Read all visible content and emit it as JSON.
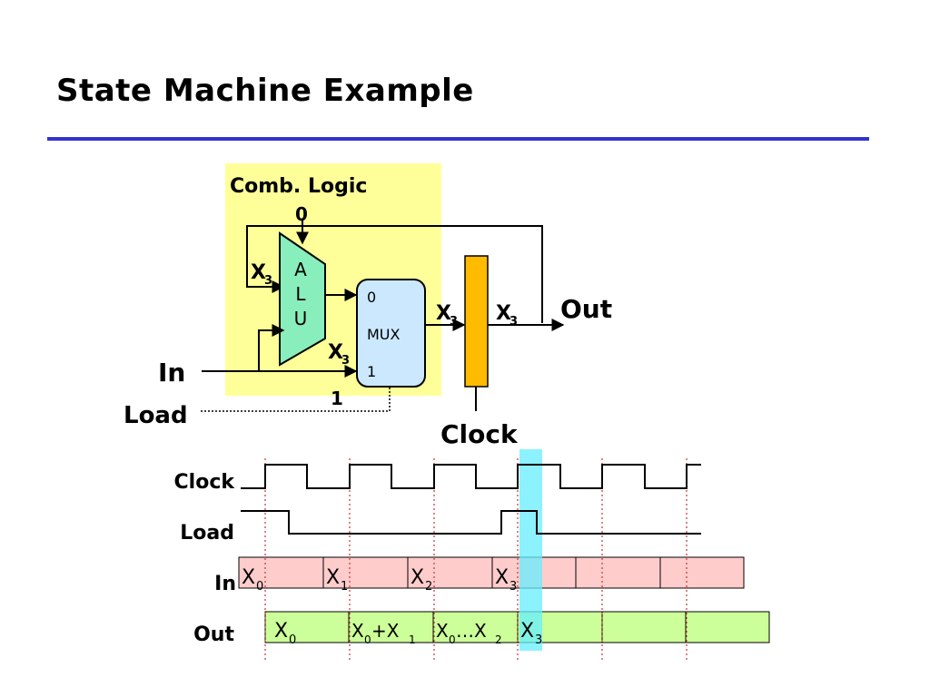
{
  "title": "State Machine Example",
  "colors": {
    "rule": "#3333cc",
    "comb_logic_bg": "#ffff99",
    "alu_fill": "#88eebb",
    "mux_fill": "#cce8ff",
    "register_fill": "#ffbb00",
    "in_bus": "#ffcccc",
    "out_bus": "#ccff99",
    "highlight": "#66eeff",
    "clock_edge_marker": "#cc3333"
  },
  "circuit": {
    "comb_logic_label": "Comb. Logic",
    "alu_const": "0",
    "alu_letters": [
      "A",
      "L",
      "U"
    ],
    "alu_feedback_label": "X",
    "alu_feedback_sub": "3",
    "mux_label": "MUX",
    "mux_in0": "0",
    "mux_in1": "1",
    "mux_in1_label": "X",
    "mux_in1_sub": "3",
    "mux_out_label": "X",
    "mux_out_sub": "3",
    "reg_out_label": "X",
    "reg_out_sub": "3",
    "in_label": "In",
    "load_label": "Load",
    "load_value": "1",
    "out_label": "Out",
    "clock_label": "Clock"
  },
  "timing": {
    "clock_label": "Clock",
    "load_label": "Load",
    "in_label": "In",
    "out_label": "Out",
    "in_values": [
      {
        "main": "X",
        "sub": "0"
      },
      {
        "main": "X",
        "sub": "1"
      },
      {
        "main": "X",
        "sub": "2"
      },
      {
        "main": "X",
        "sub": "3"
      }
    ],
    "out_values": [
      {
        "parts": [
          {
            "m": "X",
            "s": "0"
          }
        ]
      },
      {
        "parts": [
          {
            "m": "X",
            "s": "0"
          },
          {
            "m": "+X",
            "s": "1"
          }
        ]
      },
      {
        "parts": [
          {
            "m": "X",
            "s": "0"
          },
          {
            "m": "…X",
            "s": "2"
          }
        ]
      },
      {
        "parts": [
          {
            "m": "X",
            "s": "3"
          }
        ]
      }
    ]
  }
}
